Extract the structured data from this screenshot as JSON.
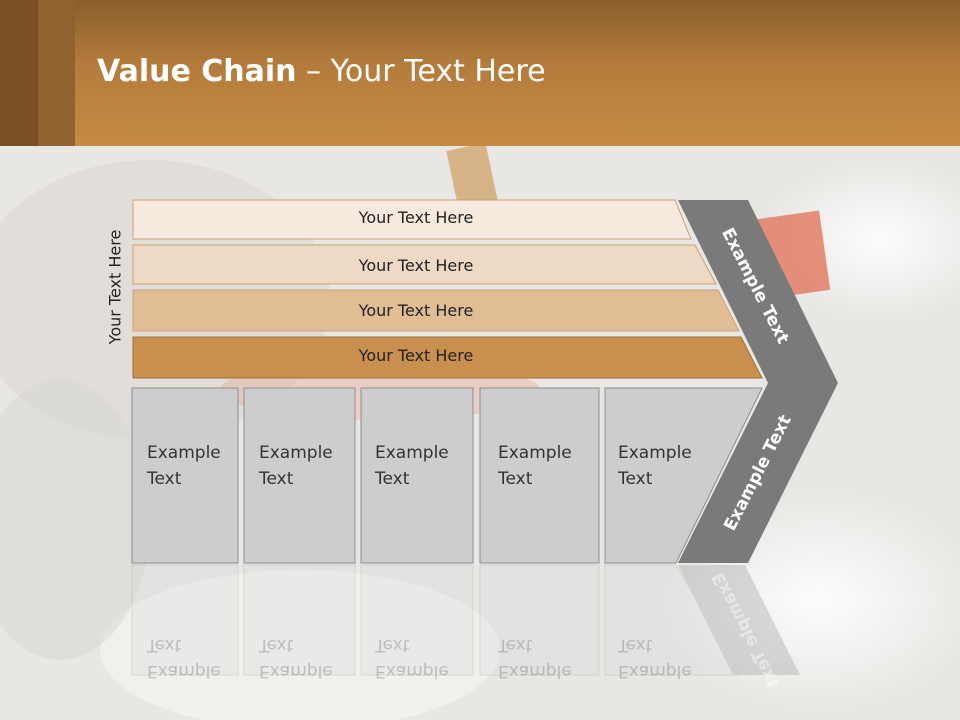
{
  "slide": {
    "title_bold": "Value Chain",
    "title_rest": " – Your Text Here",
    "side_label": "Your Text Here"
  },
  "rows": [
    {
      "label": "Your Text Here",
      "color": "#f6e9de"
    },
    {
      "label": "Your Text Here",
      "color": "#eed9c4"
    },
    {
      "label": "Your Text Here",
      "color": "#e0bd95"
    },
    {
      "label": "Your Text Here",
      "color": "#c88f4f"
    }
  ],
  "columns": [
    {
      "line1": "Example",
      "line2": "Text"
    },
    {
      "line1": "Example",
      "line2": "Text"
    },
    {
      "line1": "Example",
      "line2": "Text"
    },
    {
      "line1": "Example",
      "line2": "Text"
    },
    {
      "line1": "Example",
      "line2": "Text"
    }
  ],
  "chevron": {
    "upper_label": "Example Text",
    "lower_label": "Example Text",
    "color": "#7a7a7a"
  },
  "colors": {
    "header": "#c58b45",
    "column_fill": "#cdcdcd"
  }
}
